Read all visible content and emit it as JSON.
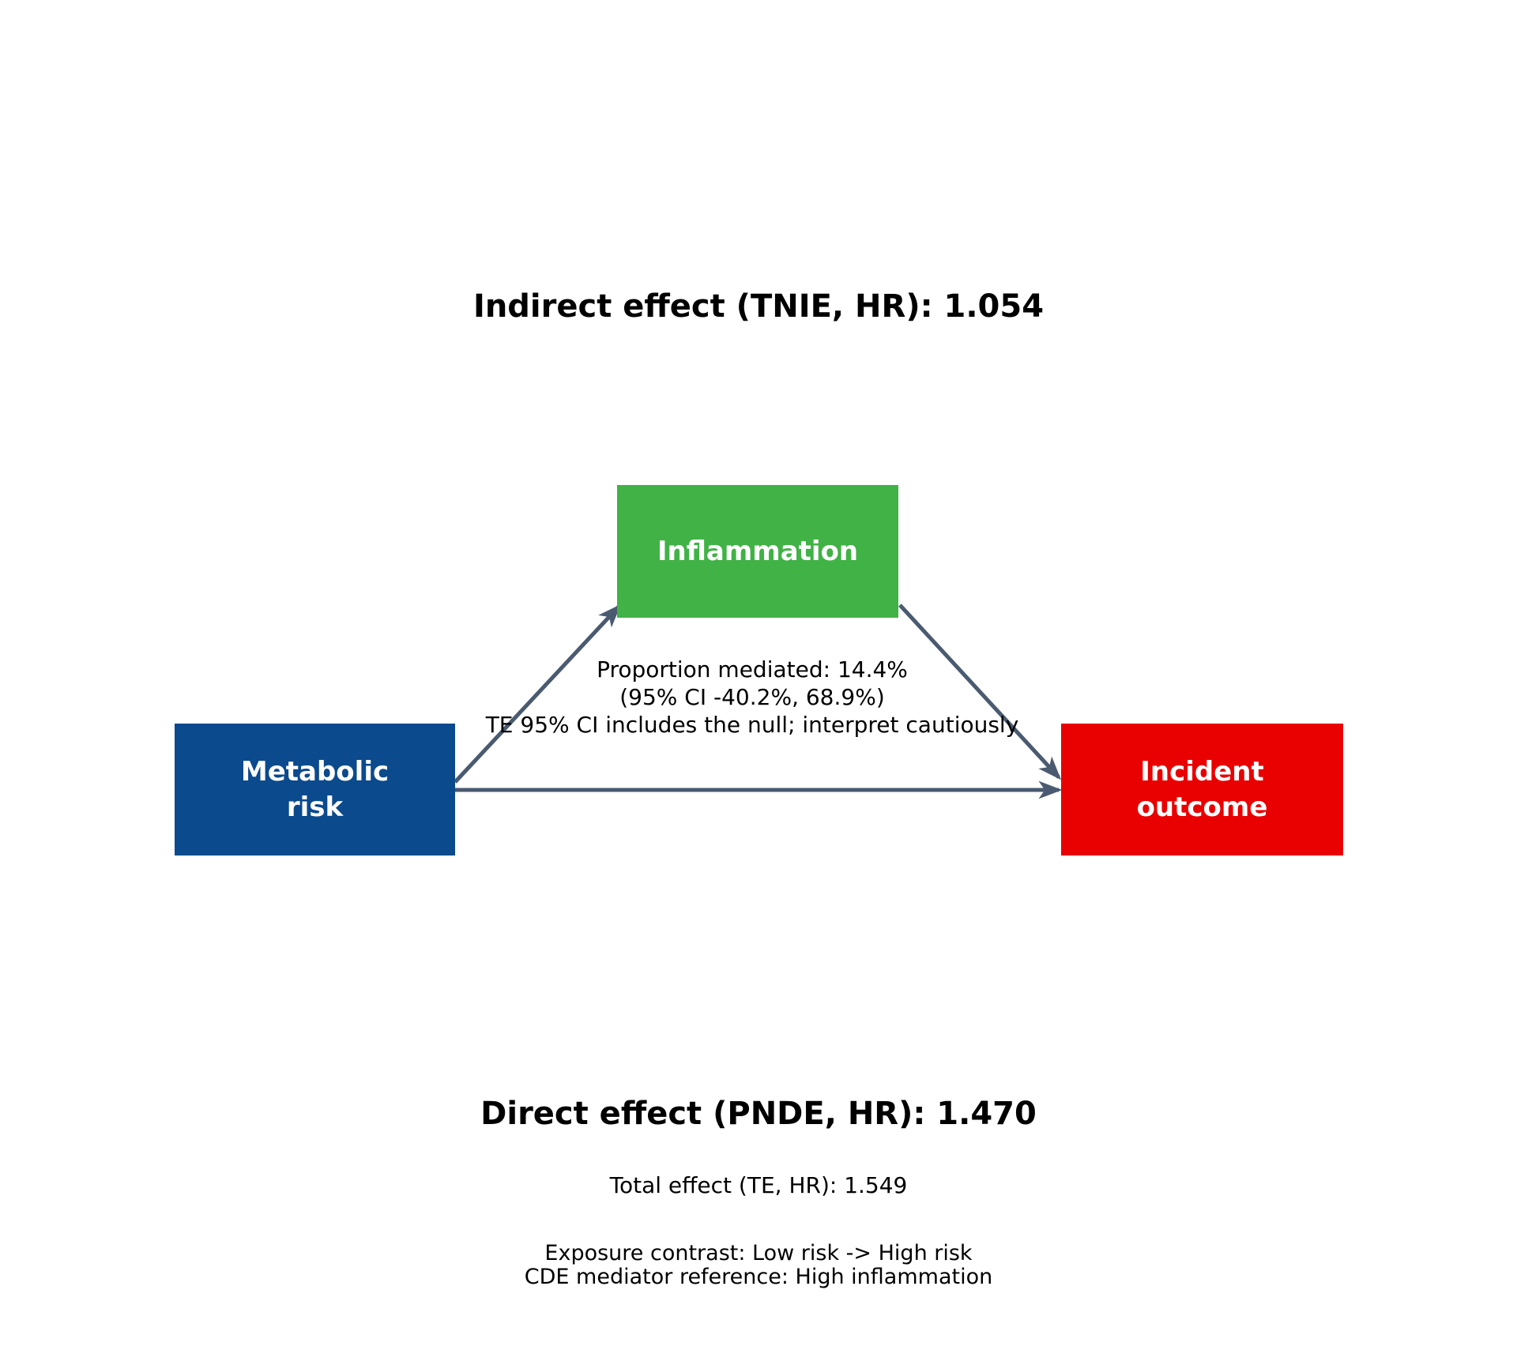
{
  "header": {
    "indirect_effect": "Indirect effect (TNIE, HR): 1.054"
  },
  "nodes": {
    "exposure": {
      "label_line1": "Metabolic",
      "label_line2": "risk",
      "color": "#0b4a8c"
    },
    "mediator": {
      "label": "Inflammation",
      "color": "#41b246"
    },
    "outcome": {
      "label_line1": "Incident",
      "label_line2": "outcome",
      "color": "#e90000"
    }
  },
  "mediation_note": {
    "line1": "Proportion mediated: 14.4%",
    "line2": "(95% CI -40.2%, 68.9%)",
    "line3": "TE 95% CI includes the null; interpret cautiously"
  },
  "effects": {
    "direct_effect": "Direct effect (PNDE, HR): 1.470",
    "total_effect": "Total effect (TE, HR): 1.549"
  },
  "footer": {
    "exposure_contrast": "Exposure contrast: Low risk -> High risk",
    "cde_reference": "CDE mediator reference: High inflammation"
  },
  "arrows": {
    "color": "#4a5a70"
  }
}
